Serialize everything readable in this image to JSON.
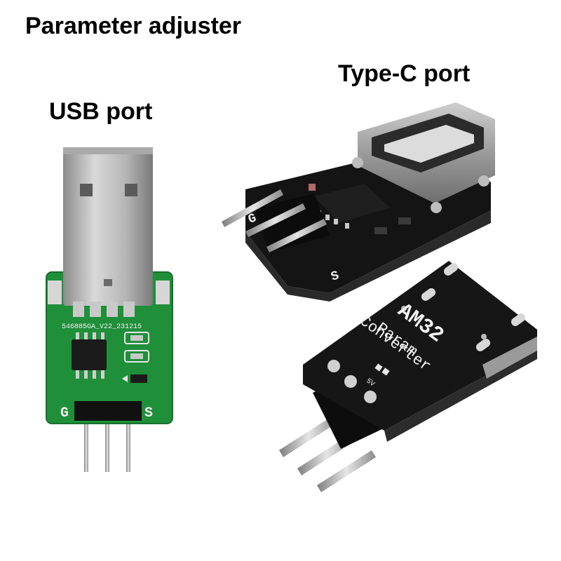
{
  "title": "Parameter adjuster",
  "labels": {
    "usb_port": "USB port",
    "typec_port": "Type-C port"
  },
  "usb_board": {
    "serial": "546885GA_V22_231215",
    "pin_left": "G",
    "pin_right": "S",
    "pcb_color": "#1f8f3a"
  },
  "typec_board": {
    "pin_left": "G",
    "pin_right": "S",
    "pcb_color": "#141414"
  },
  "back_board": {
    "line1": "AM32",
    "line2": "Param",
    "line3": "Converter",
    "voltage": "5V",
    "pcb_color": "#161616"
  }
}
